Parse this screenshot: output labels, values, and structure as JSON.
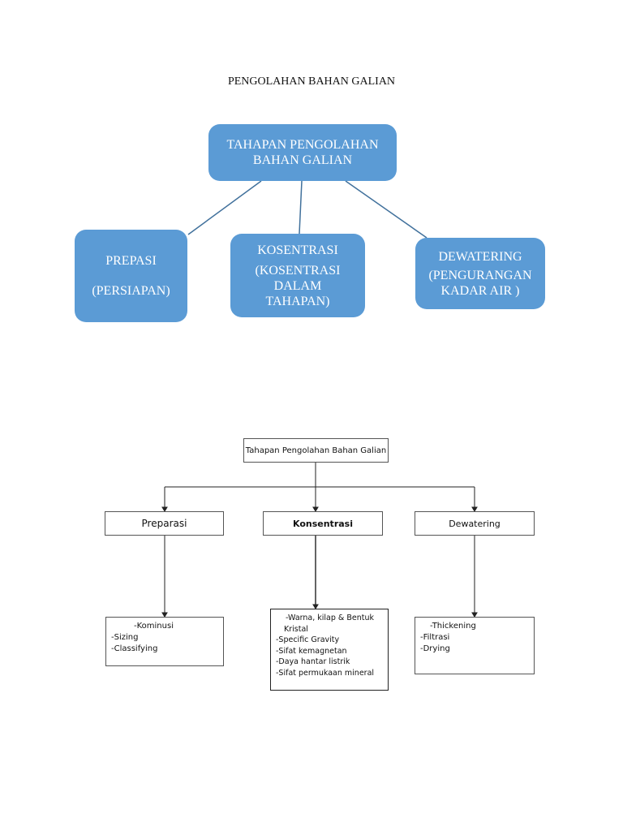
{
  "page_title": "PENGOLAHAN BAHAN GALIAN",
  "blue_diagram": {
    "color": "#5b9bd5",
    "line_color": "#41719c",
    "root": {
      "line1": "TAHAPAN PENGOLAHAN",
      "line2": "BAHAN GALIAN"
    },
    "children": [
      {
        "title": "PREPASI",
        "sub": [
          "(PERSIAPAN)"
        ]
      },
      {
        "title": "KOSENTRASI",
        "sub": [
          "(KOSENTRASI",
          "DALAM",
          "TAHAPAN)"
        ]
      },
      {
        "title": "DEWATERING",
        "sub": [
          "(PENGURANGAN",
          "KADAR AIR )"
        ]
      }
    ]
  },
  "flow_diagram": {
    "root": "Tahapan Pengolahan Bahan Galian",
    "stages": [
      {
        "label": "Preparasi",
        "items": [
          "-Kominusi",
          "-Sizing",
          "-Classifying"
        ]
      },
      {
        "label": "Konsentrasi",
        "items": [
          "-Warna, kilap & Bentuk",
          "Kristal",
          "-Specific Gravity",
          "-Sifat kemagnetan",
          "-Daya hantar listrik",
          "-Sifat permukaan mineral"
        ]
      },
      {
        "label": "Dewatering",
        "items": [
          "-Thickening",
          "-Filtrasi",
          "-Drying"
        ]
      }
    ]
  }
}
